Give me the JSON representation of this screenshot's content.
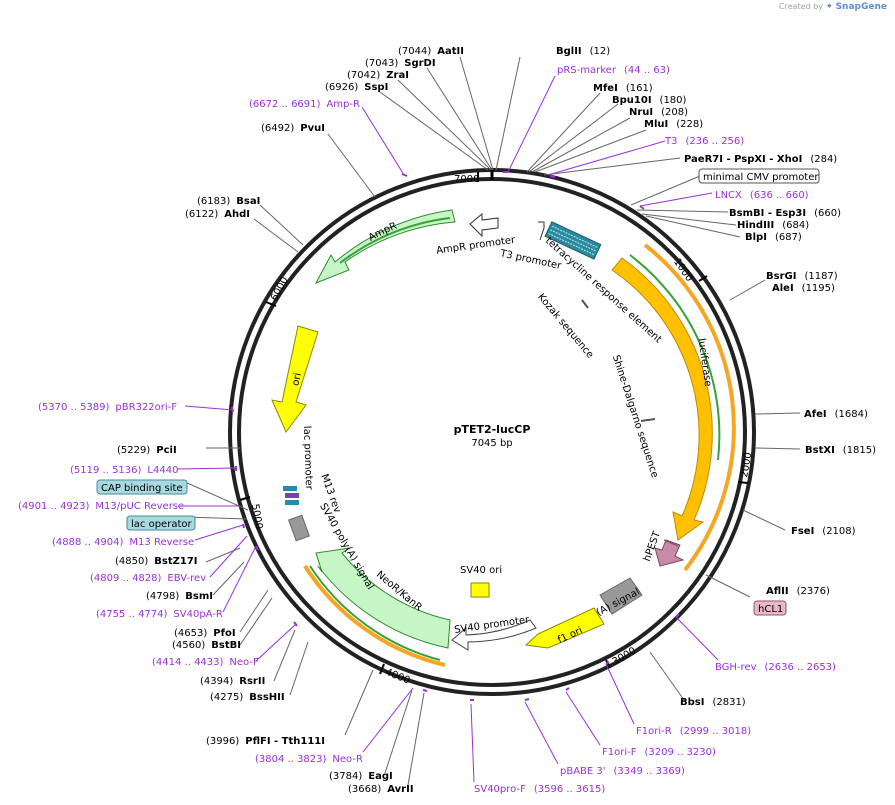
{
  "credit": {
    "created_by": "Created by",
    "brand": "SnapGene"
  },
  "plasmid": {
    "name": "pTET2-lucCP",
    "size_label": "7045 bp",
    "length_bp": 7045
  },
  "scale_ticks": [
    "1000",
    "2000",
    "3000",
    "4000",
    "5000",
    "6000",
    "7000"
  ],
  "site_labels": [
    {
      "pos": "(12)",
      "name": "BglII"
    },
    {
      "pos": "(7044)",
      "name": "AatII"
    },
    {
      "pos": "(7043)",
      "name": "SgrDI"
    },
    {
      "pos": "(7042)",
      "name": "ZraI"
    },
    {
      "pos": "(6926)",
      "name": "SspI"
    },
    {
      "pos": "(6492)",
      "name": "PvuI"
    },
    {
      "pos": "(6183)",
      "name": "BsaI"
    },
    {
      "pos": "(6122)",
      "name": "AhdI"
    },
    {
      "pos": "(161)",
      "name": "MfeI"
    },
    {
      "pos": "(180)",
      "name": "Bpu10I"
    },
    {
      "pos": "(208)",
      "name": "NruI"
    },
    {
      "pos": "(228)",
      "name": "MluI"
    },
    {
      "pos": "(284)",
      "name": "PaeR7I - PspXI - XhoI"
    },
    {
      "pos": "(660)",
      "name": "BsmBI - Esp3I"
    },
    {
      "pos": "(684)",
      "name": "HindIII"
    },
    {
      "pos": "(687)",
      "name": "BlpI"
    },
    {
      "pos": "(1187)",
      "name": "BsrGI"
    },
    {
      "pos": "(1195)",
      "name": "AleI"
    },
    {
      "pos": "(1684)",
      "name": "AfeI"
    },
    {
      "pos": "(1815)",
      "name": "BstXI"
    },
    {
      "pos": "(2108)",
      "name": "FseI"
    },
    {
      "pos": "(2376)",
      "name": "AflII"
    },
    {
      "pos": "(2831)",
      "name": "BbsI"
    },
    {
      "pos": "(5229)",
      "name": "PciI"
    },
    {
      "pos": "(4850)",
      "name": "BstZ17I"
    },
    {
      "pos": "(4798)",
      "name": "BsmI"
    },
    {
      "pos": "(4653)",
      "name": "PfoI"
    },
    {
      "pos": "(4560)",
      "name": "BstBI"
    },
    {
      "pos": "(4394)",
      "name": "RsrII"
    },
    {
      "pos": "(4275)",
      "name": "BssHII"
    },
    {
      "pos": "(3996)",
      "name": "PflFI - Tth111I"
    },
    {
      "pos": "(3784)",
      "name": "EagI"
    },
    {
      "pos": "(3668)",
      "name": "AvrII"
    }
  ],
  "primer_labels": [
    {
      "name": "pRS-marker",
      "pos": "(44 .. 63)"
    },
    {
      "name": "Amp-R",
      "pos": "(6672 .. 6691)"
    },
    {
      "name": "T3",
      "pos": "(236 .. 256)"
    },
    {
      "name": "LNCX",
      "pos": "(636 .. 660)"
    },
    {
      "name": "pBR322ori-F",
      "pos": "(5370 .. 5389)"
    },
    {
      "name": "L4440",
      "pos": "(5119 .. 5136)"
    },
    {
      "name": "M13/pUC Reverse",
      "pos": "(4901 .. 4923)"
    },
    {
      "name": "M13 Reverse",
      "pos": "(4888 .. 4904)"
    },
    {
      "name": "EBV-rev",
      "pos": "(4809 .. 4828)"
    },
    {
      "name": "SV40pA-R",
      "pos": "(4755 .. 4774)"
    },
    {
      "name": "Neo-F",
      "pos": "(4414 .. 4433)"
    },
    {
      "name": "Neo-R",
      "pos": "(3804 .. 3823)"
    },
    {
      "name": "SV40pro-F",
      "pos": "(3596 .. 3615)"
    },
    {
      "name": "pBABE 3'",
      "pos": "(3349 .. 3369)"
    },
    {
      "name": "F1ori-F",
      "pos": "(3209 .. 3230)"
    },
    {
      "name": "F1ori-R",
      "pos": "(2999 .. 3018)"
    },
    {
      "name": "BGH-rev",
      "pos": "(2636 .. 2653)"
    }
  ],
  "boxed_labels": [
    "minimal CMV promoter",
    "CAP binding site",
    "lac operator",
    "hCL1"
  ],
  "features": {
    "ampr": "AmpR",
    "ampr_promoter": "AmpR promoter",
    "t3_promoter": "T3 promoter",
    "tre": "tetracycline response element",
    "kozak": "Kozak sequence",
    "shine": "Shine-Dalgarno sequence",
    "luciferase": "luciferase",
    "hpest": "hPEST",
    "bgh": "bGH poly(A) signal",
    "f1ori": "f1 ori",
    "sv40_promoter": "SV40 promoter",
    "sv40_ori": "SV40 ori",
    "neor": "NeoR/KanR",
    "sv40_polya": "SV40 poly(A) signal",
    "m13rev": "M13 rev",
    "lac_promoter": "lac promoter",
    "ori": "ori"
  },
  "colors": {
    "ampr": "#c6f5c6",
    "ori": "#ffff00",
    "luciferase": "#ffc000",
    "hpest": "#c88aa8",
    "grey_feature": "#999999",
    "tre": "#2a8aa0",
    "primer": "#9b30d9",
    "box_teal": "#a8d8e0",
    "box_pink": "#e8b8c8"
  }
}
